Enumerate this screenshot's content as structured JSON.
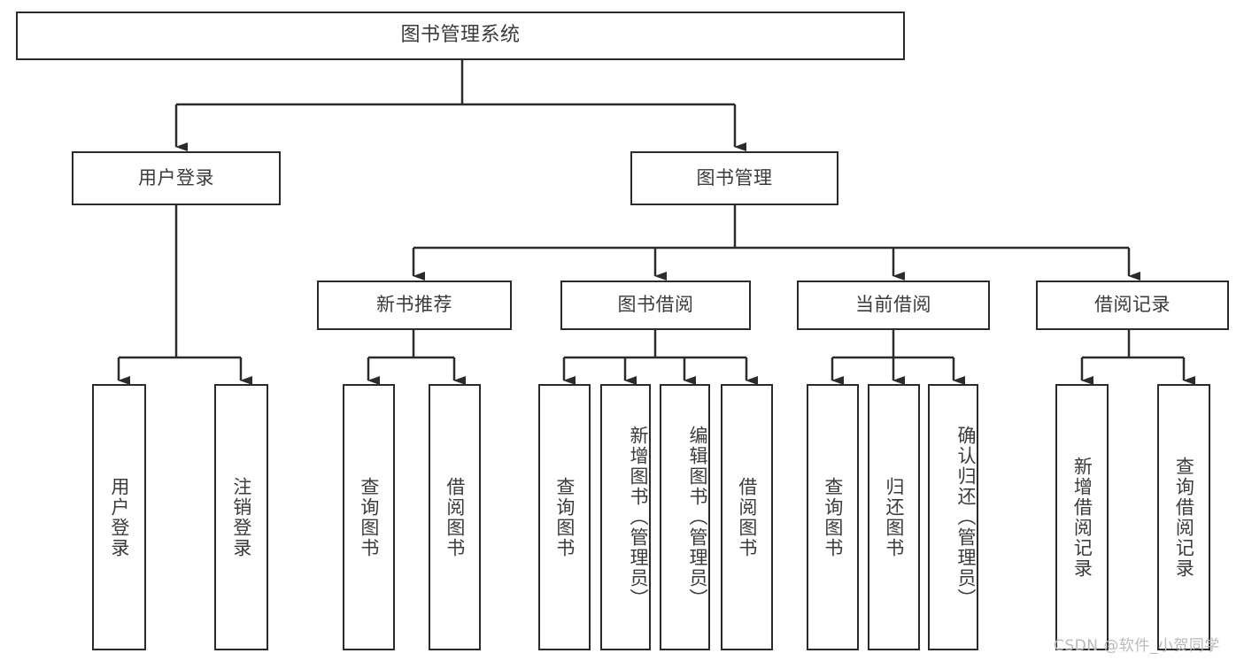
{
  "diagram": {
    "title": "图书管理系统",
    "watermark": "CSDN @软件_小贺同学",
    "colors": {
      "stroke": "#2b2b2b",
      "fill": "#ffffff",
      "text": "#3b3b3b",
      "watermark": "#b9b9b9"
    },
    "levels": {
      "root": {
        "label": "图书管理系统"
      },
      "level2": [
        {
          "label": "用户登录"
        },
        {
          "label": "图书管理"
        }
      ],
      "level3": [
        {
          "label": "新书推荐"
        },
        {
          "label": "图书借阅"
        },
        {
          "label": "当前借阅"
        },
        {
          "label": "借阅记录"
        }
      ],
      "leaves": {
        "user_login": [
          {
            "label": "用户登录"
          },
          {
            "label": "注销登录"
          }
        ],
        "new_book_recommend": [
          {
            "label": "查询图书"
          },
          {
            "label": "借阅图书"
          }
        ],
        "book_borrow": [
          {
            "label": "查询图书"
          },
          {
            "label": "新增图书（管理员）"
          },
          {
            "label": "编辑图书（管理员）"
          },
          {
            "label": "借阅图书"
          }
        ],
        "current_borrow": [
          {
            "label": "查询图书"
          },
          {
            "label": "归还图书"
          },
          {
            "label": "确认归还（管理员）"
          }
        ],
        "borrow_record": [
          {
            "label": "新增借阅记录"
          },
          {
            "label": "查询借阅记录"
          }
        ]
      }
    }
  }
}
